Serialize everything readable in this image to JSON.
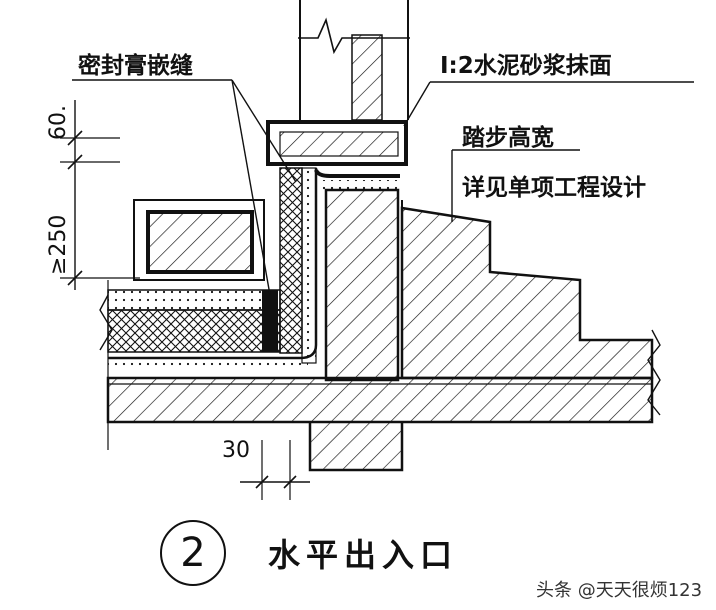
{
  "labels": {
    "sealant": "密封膏嵌缝",
    "mortar": "I:2水泥砂浆抹面",
    "step_line1": "踏步高宽",
    "step_line2": "详见单项工程设计"
  },
  "dimensions": {
    "d60": "60.",
    "d250": "≥250",
    "d30": "30"
  },
  "title": {
    "number": "2",
    "text": "水平出入口"
  },
  "watermark": "头条 @天天很烦123",
  "colors": {
    "line": "#111111",
    "background": "#ffffff"
  }
}
